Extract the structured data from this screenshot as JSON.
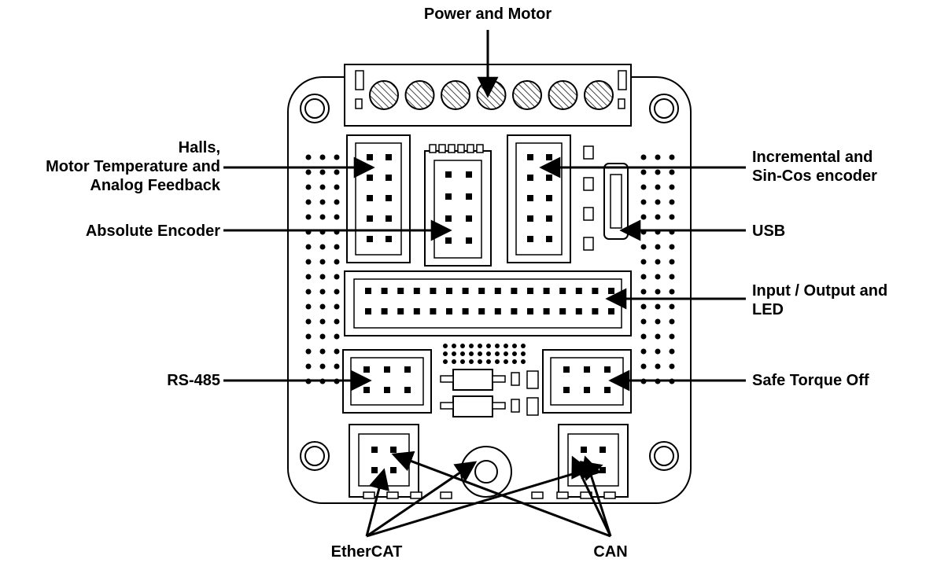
{
  "labels": {
    "power_motor": "Power and Motor",
    "halls": [
      "Halls,",
      "Motor Temperature and",
      "Analog Feedback"
    ],
    "absolute_encoder": "Absolute Encoder",
    "incremental": [
      "Incremental and",
      "Sin-Cos encoder"
    ],
    "usb": "USB",
    "io_led": [
      "Input / Output and",
      "LED"
    ],
    "rs485": "RS-485",
    "safe_torque_off": "Safe Torque Off",
    "ethercat": "EtherCAT",
    "can": "CAN"
  },
  "colors": {
    "ink": "#000000",
    "board": "#ffffff",
    "hatch": "#444444"
  }
}
